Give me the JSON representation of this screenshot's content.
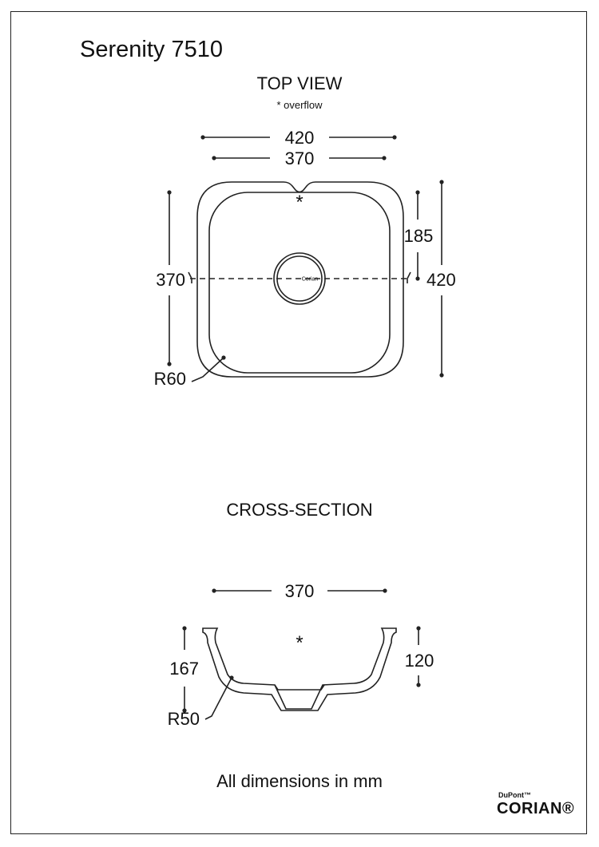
{
  "title": "Serenity 7510",
  "top_view": {
    "heading": "TOP VIEW",
    "note": "* overflow",
    "overflow_marker": "*",
    "outer_width": "420",
    "inner_width": "370",
    "inner_height": "370",
    "outer_height": "420",
    "drain_offset": "185",
    "corner_radius": "R60",
    "drain_logo": "Corian"
  },
  "cross_section": {
    "heading": "CROSS-SECTION",
    "width": "370",
    "total_height": "167",
    "bowl_depth": "120",
    "corner_radius": "R50",
    "overflow_marker": "*"
  },
  "footer": "All dimensions in mm",
  "brand": {
    "line1": "DuPont™",
    "line2": "CORIAN®"
  }
}
